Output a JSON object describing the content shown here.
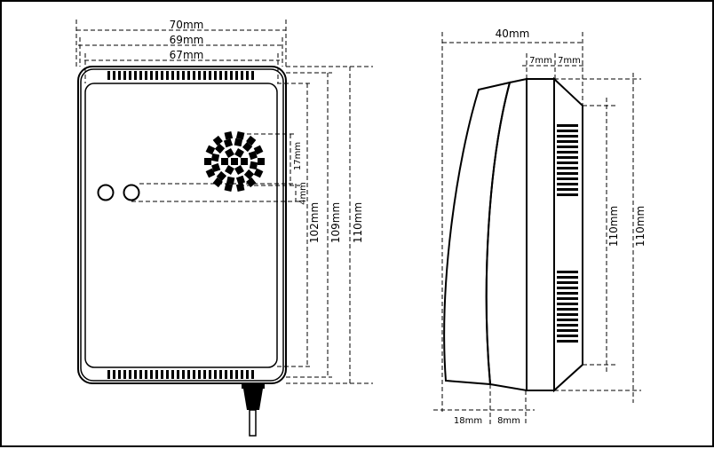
{
  "front_view": {
    "width_outer": "70mm",
    "width_middle": "69mm",
    "width_inner": "67mm",
    "speaker_offset": "17mm",
    "indicator_offset": "4mm",
    "height_102": "102mm",
    "height_109": "109mm",
    "height_110": "110mm",
    "indicator_count": 2
  },
  "side_view": {
    "depth_total": "40mm",
    "step_a": "7mm",
    "step_b": "7mm",
    "depth_front": "18mm",
    "depth_mid": "8mm",
    "height_inner": "110mm",
    "height_outer": "110mm"
  },
  "colors": {
    "line": "#000000",
    "background": "#ffffff"
  }
}
